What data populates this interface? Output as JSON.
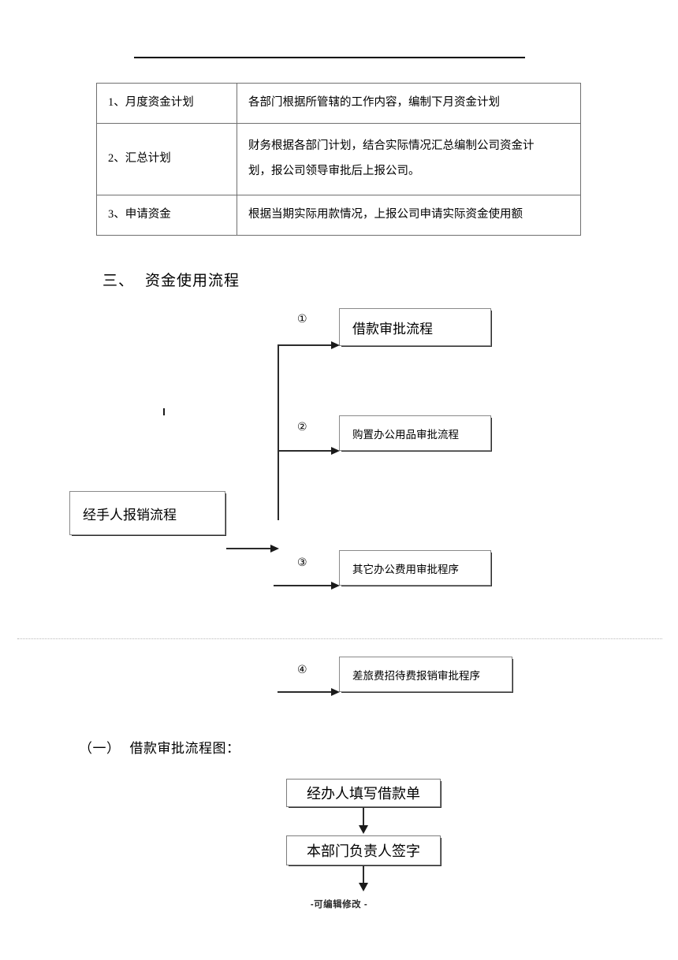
{
  "table": {
    "rows": [
      {
        "label": "1、月度资金计划",
        "lines": [
          "各部门根据所管辖的工作内容，编制下月资金计划"
        ]
      },
      {
        "label": "2、汇总计划",
        "lines": [
          "财务根据各部门计划，结合实际情况汇总编制公司资金计",
          "划，报公司领导审批后上报公司。"
        ]
      },
      {
        "label": "3、申请资金",
        "lines": [
          "根据当期实际用款情况，上报公司申请实际资金使用额"
        ]
      }
    ]
  },
  "section": {
    "number": "三、",
    "title": "资金使用流程"
  },
  "flow_main": {
    "origin_box": "经手人报销流程",
    "branches": [
      {
        "marker": "①",
        "label": "借款审批流程"
      },
      {
        "marker": "②",
        "label": "购置办公用品审批流程"
      },
      {
        "marker": "③",
        "label": "其它办公费用审批程序"
      },
      {
        "marker": "④",
        "label": "差旅费招待费报销审批程序"
      }
    ]
  },
  "subsection": {
    "number": "（一）",
    "title": "借款审批流程图："
  },
  "flow_loan": {
    "steps": [
      "经办人填写借款单",
      "本部门负责人签字"
    ]
  },
  "footer": {
    "note": "-可编辑修改 -"
  }
}
